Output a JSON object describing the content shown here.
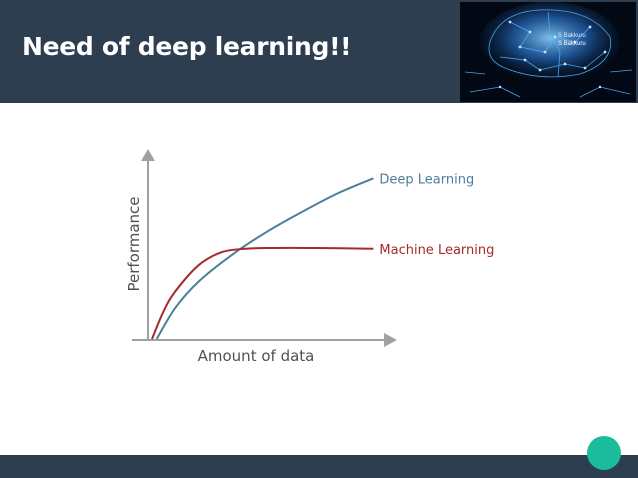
{
  "slide": {
    "title": "Need of deep learning!!",
    "header_color": "#2c3e50",
    "footer_color": "#2c3e50",
    "accent_color": "#1abc9c"
  },
  "header_image": {
    "icon": "brain-circuit-image",
    "lines": [
      "S Bakkuru",
      "S Bakkuru"
    ]
  },
  "chart_data": {
    "type": "line",
    "title": "",
    "xlabel": "Amount of data",
    "ylabel": "Performance",
    "xlim": [
      0,
      1
    ],
    "ylim": [
      0,
      1
    ],
    "grid": false,
    "legend": "inline labels at line ends",
    "series": [
      {
        "name": "Deep Learning",
        "color": "#4a7f9a",
        "x": [
          0.02,
          0.1,
          0.2,
          0.35,
          0.5,
          0.65,
          0.8,
          0.95
        ],
        "y": [
          0.0,
          0.19,
          0.35,
          0.52,
          0.66,
          0.78,
          0.89,
          0.98
        ]
      },
      {
        "name": "Machine Learning",
        "color": "#a52a2a",
        "x": [
          0.0,
          0.05,
          0.1,
          0.2,
          0.3,
          0.4,
          0.5,
          0.7,
          0.95
        ],
        "y": [
          0.0,
          0.17,
          0.29,
          0.45,
          0.53,
          0.55,
          0.555,
          0.555,
          0.55
        ]
      }
    ]
  },
  "page_indicator": {
    "icon": "circle-button"
  }
}
